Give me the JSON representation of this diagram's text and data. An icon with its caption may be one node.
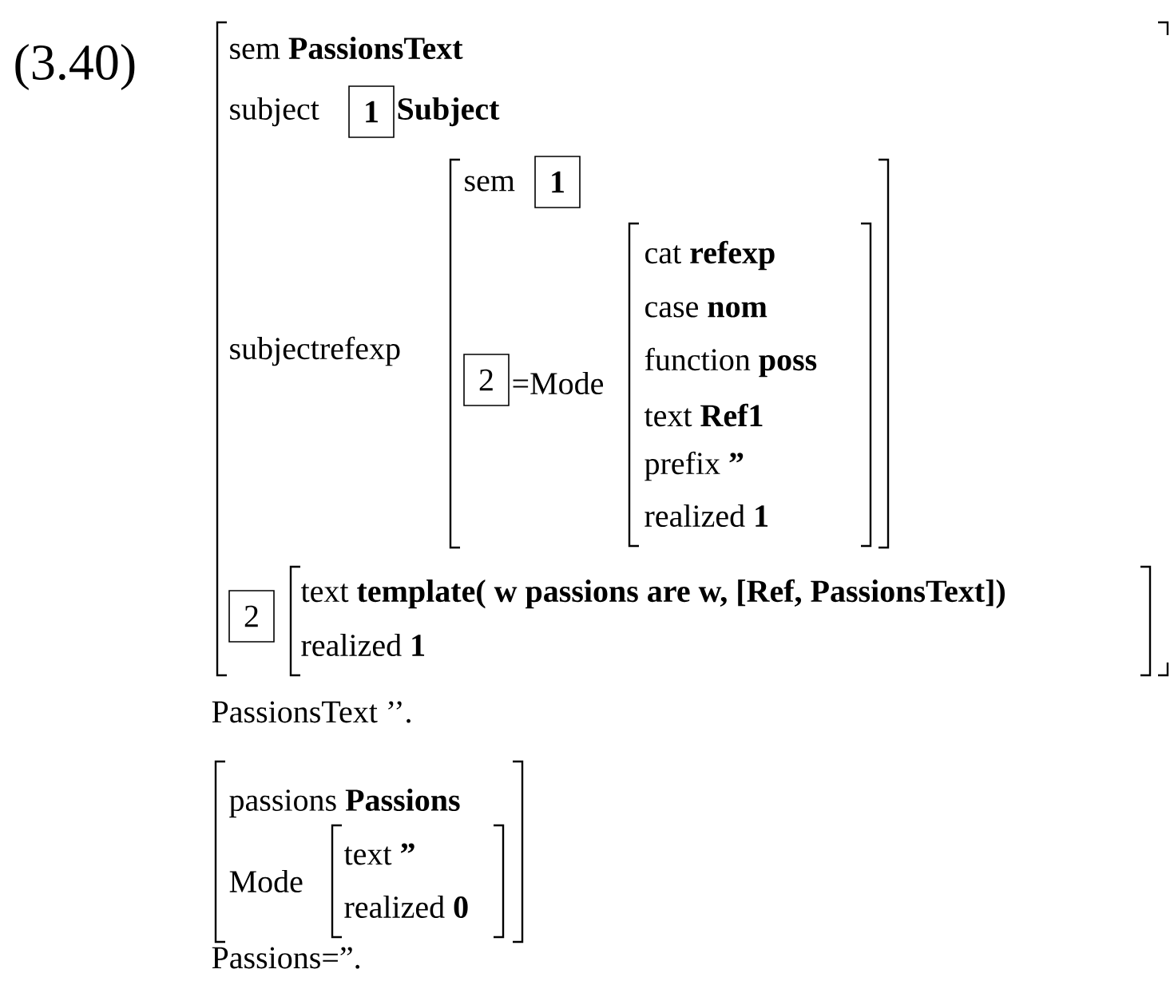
{
  "diagram": {
    "nodes": [
      {
        "text": [
          "1"
        ]
      },
      {
        "text": [
          "1"
        ]
      },
      {
        "text": [
          "2"
        ]
      },
      {
        "text": [
          "2"
        ]
      }
    ],
    "labels": [
      "(3.40)",
      "sem **PassionsText**",
      "subject",
      "Subject",
      "sem",
      "subjectrefexp",
      "=Mode",
      "cat **refexp**",
      "case **nom**",
      "function **poss**",
      "text **Ref1**",
      "prefix **”**",
      "realized **1**",
      "text **template( w passions are  w, [Ref, PassionsText])**",
      "realized **1**",
      "PassionsText ’’.",
      "passions **Passions**",
      "Mode",
      "text **”**",
      "realized **0**",
      "Passions=”."
    ]
  }
}
